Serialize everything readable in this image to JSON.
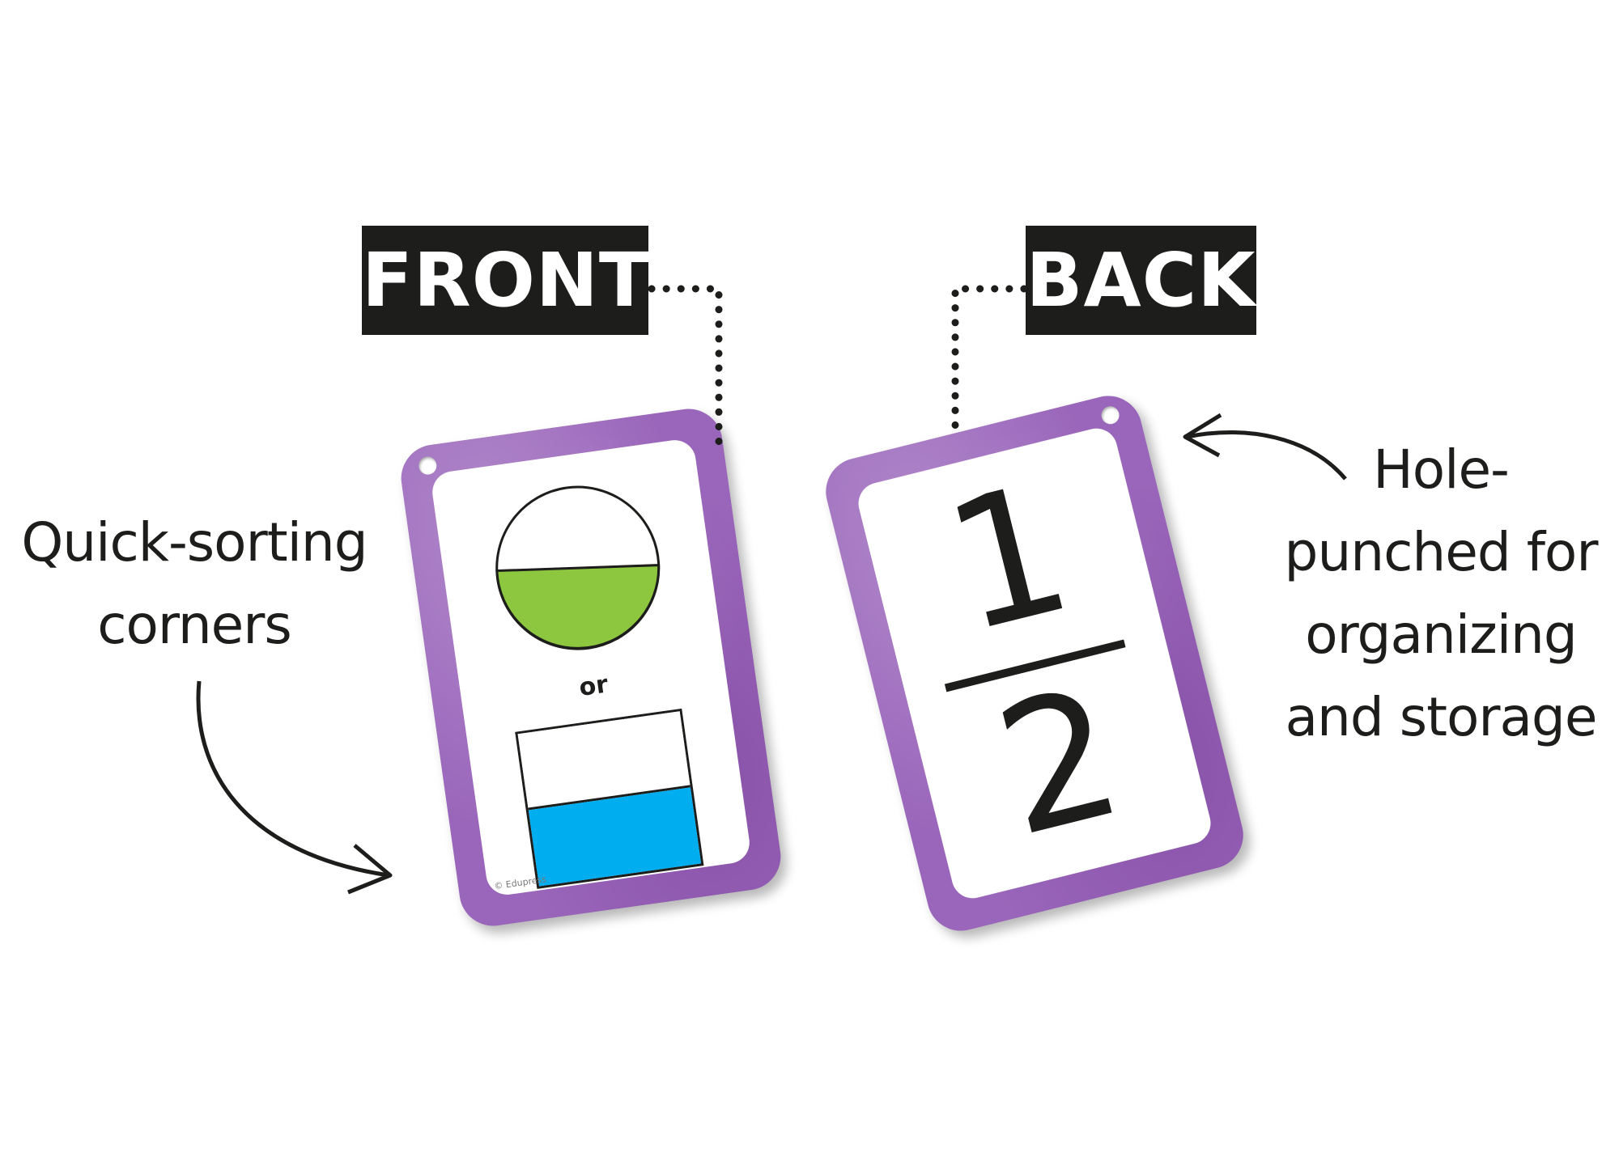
{
  "labels": {
    "front": "FRONT",
    "back": "BACK"
  },
  "callouts": {
    "quick_sorting": [
      "Quick-sorting",
      "corners"
    ],
    "hole_punched": [
      "Hole-",
      "punched for",
      "organizing",
      "and storage"
    ]
  },
  "front_card": {
    "or_text": "or",
    "copyright": "© Edupress",
    "pie_shaded_fraction": 0.5,
    "bar_shaded_fraction": 0.5
  },
  "back_card": {
    "numerator": "1",
    "denominator": "2"
  },
  "colors": {
    "card_border": "#9a66bb",
    "label_background": "#1d1d1b",
    "pie_fill": "#8dc63f",
    "bar_fill": "#00aeef",
    "text": "#1d1d1b"
  }
}
